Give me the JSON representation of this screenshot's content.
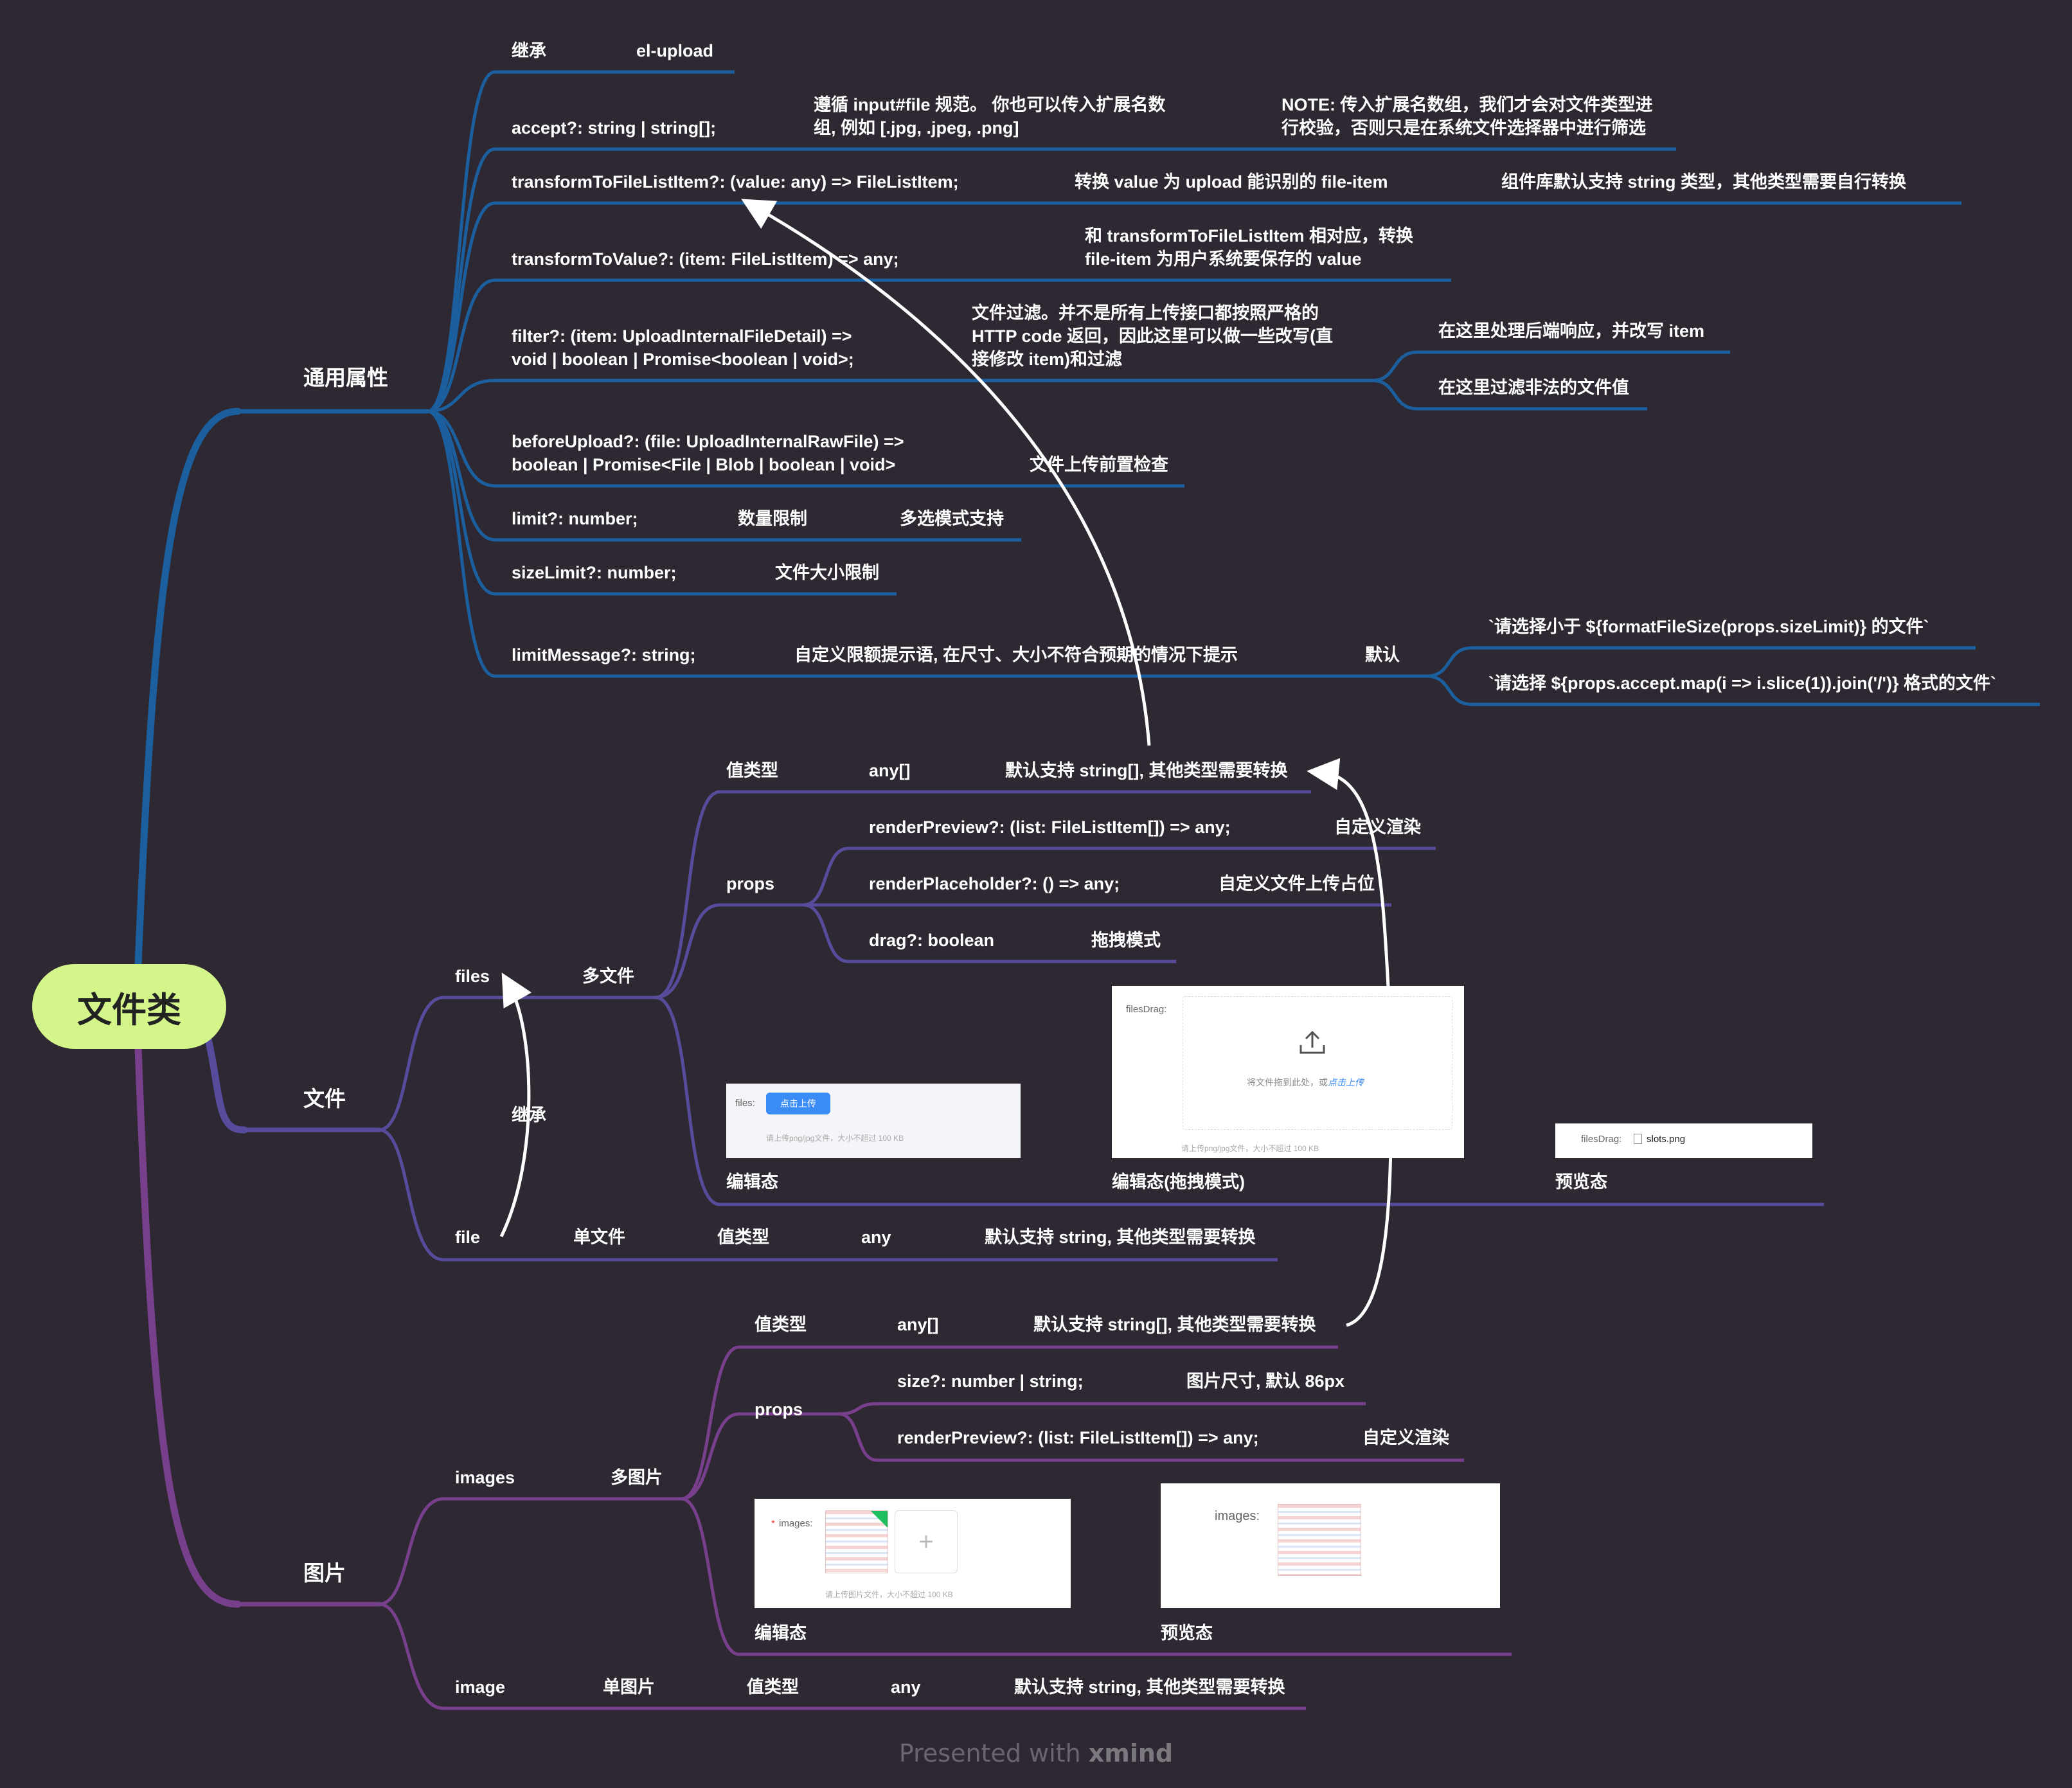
{
  "root": "文件类",
  "branches": {
    "common": "通用属性",
    "file": "文件",
    "image": "图片"
  },
  "common": {
    "inherit": [
      "继承",
      "el-upload"
    ],
    "accept": [
      "accept?: string | string[];",
      "遵循 input#file 规范。 你也可以传入扩展名数",
      "组, 例如 [.jpg, .jpeg, .png]",
      "NOTE: 传入扩展名数组，我们才会对文件类型进",
      "行校验，否则只是在系统文件选择器中进行筛选"
    ],
    "transformToFileListItem": [
      "transformToFileListItem?: (value: any) => FileListItem;",
      "转换 value 为 upload 能识别的 file-item",
      "组件库默认支持 string 类型，其他类型需要自行转换"
    ],
    "transformToValue": [
      "transformToValue?: (item: FileListItem) => any;",
      "和 transformToFileListItem 相对应，转换",
      "file-item 为用户系统要保存的 value"
    ],
    "filter": [
      "filter?: (item: UploadInternalFileDetail) =>",
      "void | boolean | Promise<boolean | void>;",
      "文件过滤。并不是所有上传接口都按照严格的",
      "HTTP code 返回，因此这里可以做一些改写(直",
      "接修改 item)和过滤",
      "在这里处理后端响应，并改写 item",
      "在这里过滤非法的文件值"
    ],
    "beforeUpload": [
      "beforeUpload?: (file: UploadInternalRawFile) =>",
      "boolean | Promise<File | Blob | boolean | void>",
      "文件上传前置检查"
    ],
    "limit": [
      "limit?: number;",
      "数量限制",
      "多选模式支持"
    ],
    "sizeLimit": [
      "sizeLimit?: number;",
      "文件大小限制"
    ],
    "limitMessage": [
      "limitMessage?: string;",
      "自定义限额提示语, 在尺寸、大小不符合预期的情况下提示",
      "默认",
      "`请选择小于 ${formatFileSize(props.sizeLimit)} 的文件`",
      "`请选择 ${props.accept.map(i => i.slice(1)).join('/')} 格式的文件`"
    ]
  },
  "file": {
    "files": [
      "files",
      "多文件"
    ],
    "files_value": [
      "值类型",
      "any[]",
      "默认支持 string[], 其他类型需要转换"
    ],
    "files_props": "props",
    "files_renderPreview": [
      "renderPreview?: (list: FileListItem[]) => any;",
      "自定义渲染"
    ],
    "files_renderPlaceholder": [
      "renderPlaceholder?: () => any;",
      "自定义文件上传占位"
    ],
    "files_drag": [
      "drag?: boolean",
      "拖拽模式"
    ],
    "inherit": "继承",
    "states": [
      "编辑态",
      "编辑态(拖拽模式)",
      "预览态"
    ],
    "single": [
      "file",
      "单文件",
      "值类型",
      "any",
      "默认支持 string, 其他类型需要转换"
    ],
    "card_edit": {
      "label": "files:",
      "button": "点击上传",
      "hint": "请上传png/jpg文件，大小不超过 100 KB"
    },
    "card_drag": {
      "label": "filesDrag:",
      "drop": "将文件拖到此处，或",
      "link": "点击上传",
      "hint": "请上传png/jpg文件，大小不超过 100 KB"
    },
    "card_preview": {
      "label": "filesDrag:",
      "file": "slots.png"
    }
  },
  "image": {
    "images": [
      "images",
      "多图片"
    ],
    "images_value": [
      "值类型",
      "any[]",
      "默认支持 string[], 其他类型需要转换"
    ],
    "images_props": "props",
    "images_size": [
      "size?: number | string;",
      "图片尺寸, 默认 86px"
    ],
    "images_renderPreview": [
      "renderPreview?: (list: FileListItem[]) => any;",
      "自定义渲染"
    ],
    "states": [
      "编辑态",
      "预览态"
    ],
    "single": [
      "image",
      "单图片",
      "值类型",
      "any",
      "默认支持 string, 其他类型需要转换"
    ],
    "card_edit": {
      "label": "images:",
      "required": "*",
      "plus": "+",
      "hint": "请上传图片文件，大小不超过 100 KB"
    },
    "card_preview": {
      "label": "images:"
    }
  },
  "footer": {
    "prefix": "Presented with ",
    "brand": "xmind"
  },
  "colors": {
    "bg": "#2d2831",
    "common": "#1b5f9e",
    "file": "#574c9c",
    "image": "#773f8c",
    "root": "#d4f58a",
    "arrow": "#ffffff"
  }
}
